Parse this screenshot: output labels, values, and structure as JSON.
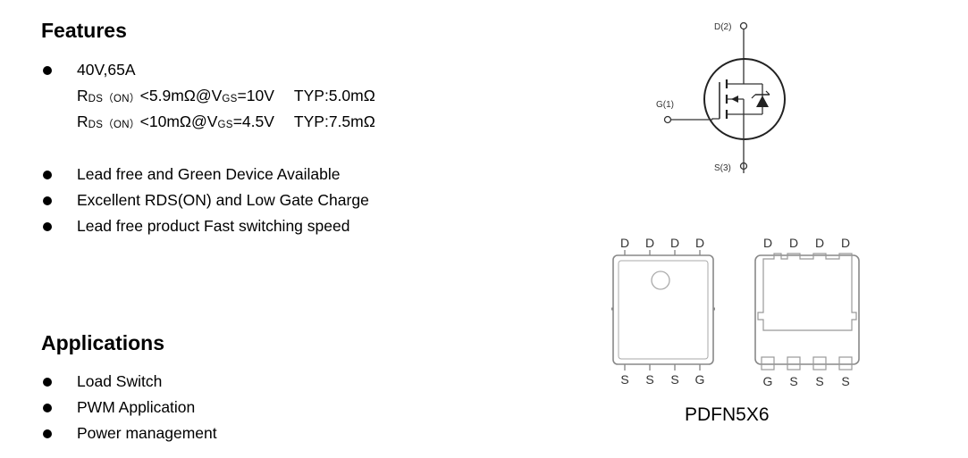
{
  "features": {
    "heading": "Features",
    "spec": {
      "bullet": "40V,65A",
      "line1": {
        "r": "R",
        "sub": "DS（ON）",
        "cond": "<5.9mΩ@V",
        "vsub": "GS",
        "vval": "=10V",
        "typ": "TYP:5.0mΩ"
      },
      "line2": {
        "r": "R",
        "sub": "DS（ON）",
        "cond": "<10mΩ@V",
        "vsub": "GS",
        "vval": "=4.5V",
        "typ": "TYP:7.5mΩ"
      }
    },
    "items": [
      "Lead free and Green Device Available",
      "Excellent RDS(ON) and Low Gate Charge",
      "Lead free product Fast switching speed"
    ]
  },
  "applications": {
    "heading": "Applications",
    "items": [
      "Load Switch",
      "PWM Application",
      "Power management"
    ]
  },
  "schematic": {
    "drain": "D(2)",
    "gate": "G(1)",
    "source": "S(3)"
  },
  "package": {
    "name": "PDFN5X6",
    "top_pins": [
      "D",
      "D",
      "D",
      "D"
    ],
    "top_view_bottom_pins": [
      "S",
      "S",
      "S",
      "G"
    ],
    "bottom_view_bottom_pins": [
      "G",
      "S",
      "S",
      "S"
    ]
  }
}
